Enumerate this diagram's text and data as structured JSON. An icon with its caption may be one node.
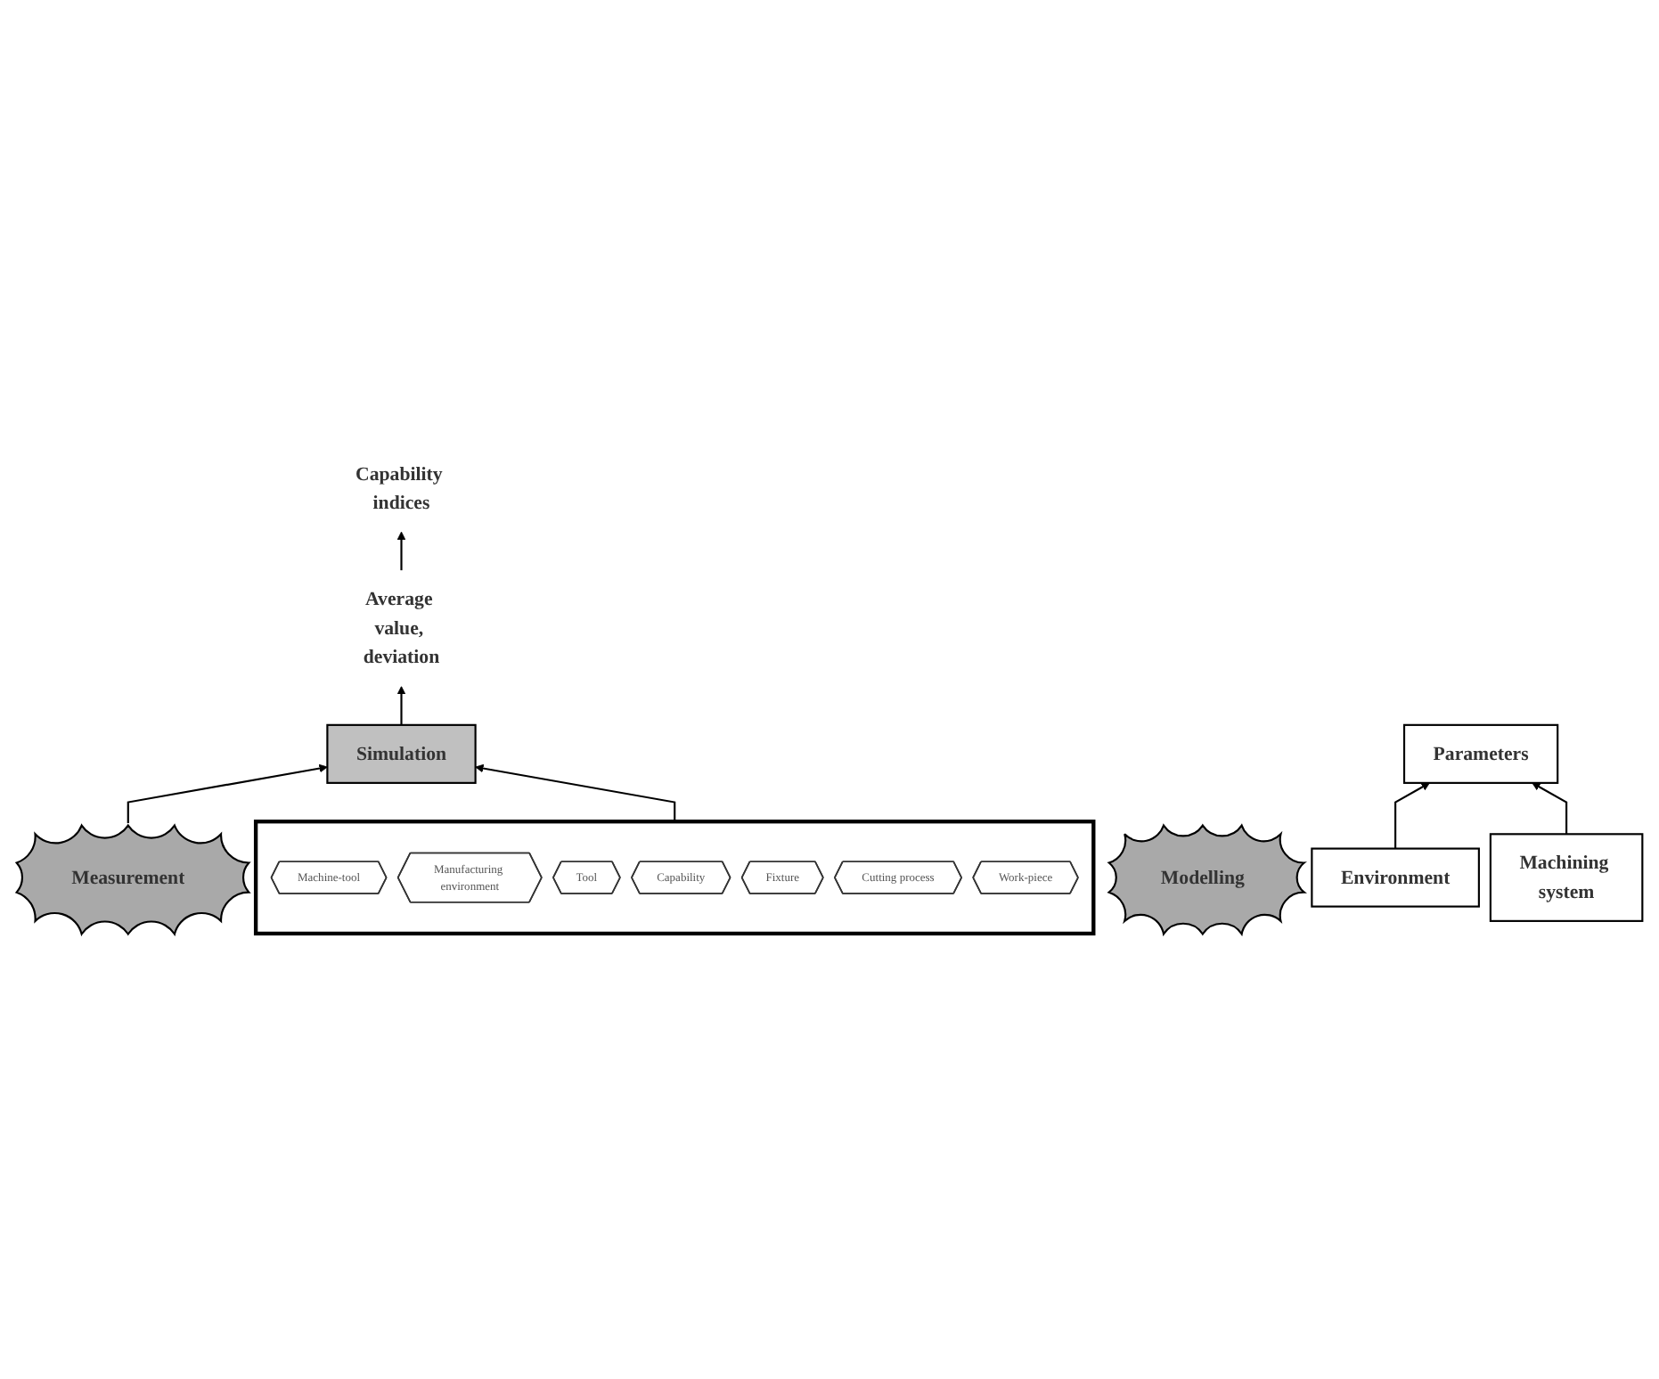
{
  "diagram": {
    "nodes": [
      {
        "text": [
          "Capability indices"
        ]
      },
      {
        "text": [
          "Average value, deviation"
        ]
      },
      {
        "text": [
          "Simulation"
        ]
      },
      {
        "text": [],
        "shape": "box"
      },
      {
        "text": [
          "Machine-tool"
        ],
        "in": 3
      },
      {
        "text": [
          "Manufacturing environment"
        ],
        "in": 3
      },
      {
        "text": [
          "Tool"
        ],
        "in": 3
      },
      {
        "text": [
          "Capability"
        ],
        "in": 3
      },
      {
        "text": [
          "Fixture"
        ],
        "in": 3
      },
      {
        "text": [
          "Cutting process"
        ],
        "in": 3
      },
      {
        "text": [
          "Work-piece"
        ],
        "in": 3
      },
      {
        "text": [
          "Measurement"
        ]
      },
      {
        "text": [
          "Modelling"
        ]
      },
      {
        "text": [
          "Parameters"
        ]
      },
      {
        "text": [
          "Environment"
        ]
      },
      {
        "text": [
          "Machining system"
        ]
      }
    ],
    "edges": [
      {
        "from": 3,
        "to": 2,
        "arrow": "to"
      },
      {
        "from": 11,
        "to": 2,
        "arrow": "to"
      },
      {
        "from": 2,
        "to": 1,
        "arrow": "to"
      },
      {
        "from": 1,
        "to": 0,
        "arrow": "to"
      },
      {
        "from": 14,
        "to": 13,
        "arrow": "to"
      },
      {
        "from": 15,
        "to": 13,
        "arrow": "to"
      }
    ]
  }
}
